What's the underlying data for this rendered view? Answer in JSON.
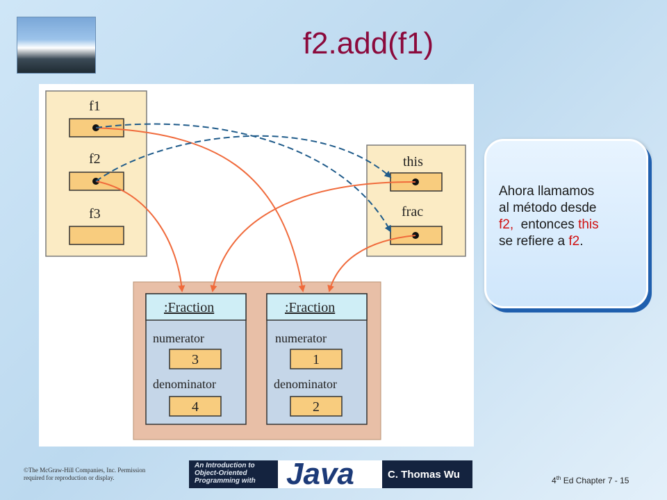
{
  "slide": {
    "title": "f2.add(f1)",
    "callout": {
      "line1": "Ahora llamamos",
      "line2": "al método desde",
      "part_f2": "f2,",
      "part_entonces": "  entonces ",
      "part_this": "this",
      "part_se_refiere": "se refiere a ",
      "part_f2_end": "f2",
      "part_period": "."
    },
    "footer": {
      "copyright_line1": "©The McGraw-Hill Companies, Inc. Permission",
      "copyright_line2": "required for reproduction or display.",
      "banner_line1": "An Introduction to",
      "banner_line2": "Object-Oriented",
      "banner_line3": "Programming with",
      "banner_java": "Java",
      "banner_author": "C. Thomas Wu",
      "chapter_num": "4",
      "chapter_sup": "th",
      "chapter_text": " Ed Chapter 7 - 15"
    }
  },
  "diagram": {
    "caller_vars": [
      "f1",
      "f2",
      "f3"
    ],
    "method_params": [
      "this",
      "frac"
    ],
    "objects": [
      {
        "class_label": ":Fraction",
        "numerator_label": "numerator",
        "numerator_value": "3",
        "denominator_label": "denominator",
        "denominator_value": "4"
      },
      {
        "class_label": ":Fraction",
        "numerator_label": "numerator",
        "numerator_value": "1",
        "denominator_label": "denominator",
        "denominator_value": "2"
      }
    ]
  },
  "colors": {
    "title": "#8b0a3c",
    "frame_fill": "#fbebc4",
    "object_fill": "#c5d6e8",
    "object_header": "#cfeef6",
    "object_region": "#e8bfa7",
    "ref_arrow": "#f06a3b",
    "param_arrow": "#1f5b8a",
    "callout_highlight": "#d01010"
  }
}
